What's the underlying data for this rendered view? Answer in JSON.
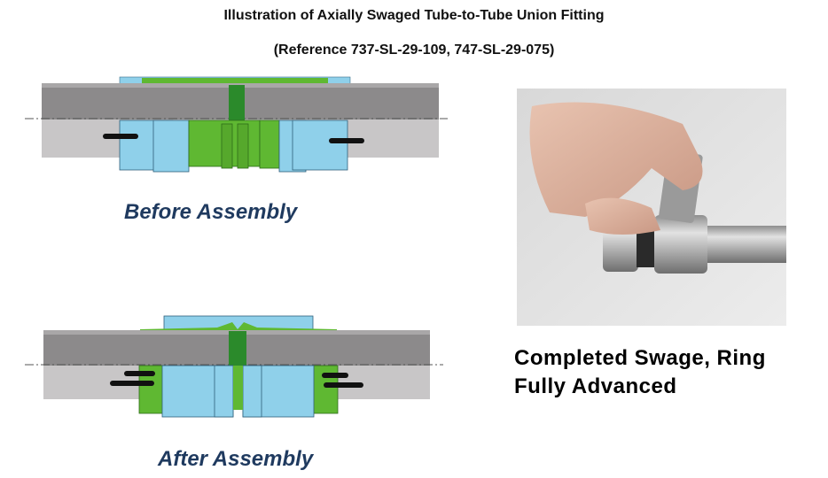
{
  "header": {
    "title": "Illustration of Axially Swaged Tube-to-Tube Union Fitting",
    "reference": "(Reference 737-SL-29-109, 747-SL-29-075)"
  },
  "diagrams": {
    "before_caption": "Before Assembly",
    "after_caption": "After Assembly"
  },
  "photo": {
    "caption_line1": "Completed Swage, Ring",
    "caption_line2": "Fully Advanced"
  },
  "colors": {
    "tube_dark": "#8c8a8b",
    "tube_light": "#c8c6c7",
    "fitting_blue": "#8fd0ea",
    "ring_green": "#5fb832",
    "seal_green": "#2b8a2b",
    "caption_navy": "#1f3a5f"
  }
}
